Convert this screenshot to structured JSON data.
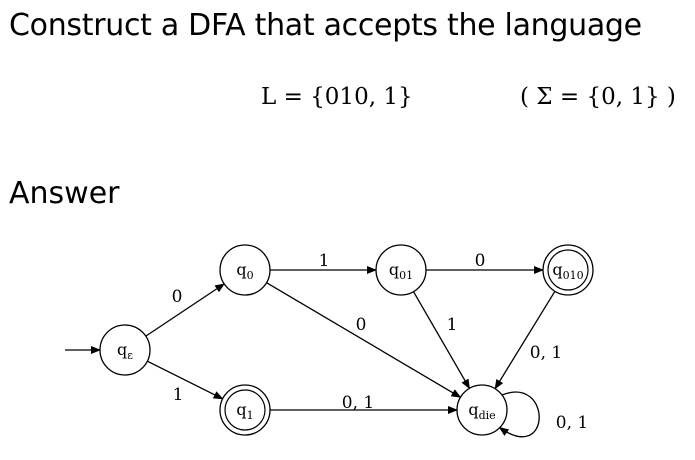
{
  "heading": "Construct a DFA that accepts the language",
  "language_def": "L = {010, 1}",
  "alphabet_def": "( Σ = {0, 1} )",
  "answer_heading": "Answer",
  "dfa": {
    "states": [
      {
        "id": "qe",
        "base": "q",
        "sub": "ε",
        "accepting": false
      },
      {
        "id": "q0",
        "base": "q",
        "sub": "0",
        "accepting": false
      },
      {
        "id": "q01",
        "base": "q",
        "sub": "01",
        "accepting": false
      },
      {
        "id": "q010",
        "base": "q",
        "sub": "010",
        "accepting": true
      },
      {
        "id": "q1",
        "base": "q",
        "sub": "1",
        "accepting": true
      },
      {
        "id": "qdie",
        "base": "q",
        "sub": "die",
        "accepting": false
      }
    ],
    "start_state": "qe",
    "transitions": [
      {
        "from": "qe",
        "to": "q0",
        "label": "0"
      },
      {
        "from": "qe",
        "to": "q1",
        "label": "1"
      },
      {
        "from": "q0",
        "to": "q01",
        "label": "1"
      },
      {
        "from": "q0",
        "to": "qdie",
        "label": "0"
      },
      {
        "from": "q01",
        "to": "q010",
        "label": "0"
      },
      {
        "from": "q01",
        "to": "qdie",
        "label": "1"
      },
      {
        "from": "q010",
        "to": "qdie",
        "label": "0, 1"
      },
      {
        "from": "q1",
        "to": "qdie",
        "label": "0, 1"
      },
      {
        "from": "qdie",
        "to": "qdie",
        "label": "0, 1"
      }
    ]
  }
}
